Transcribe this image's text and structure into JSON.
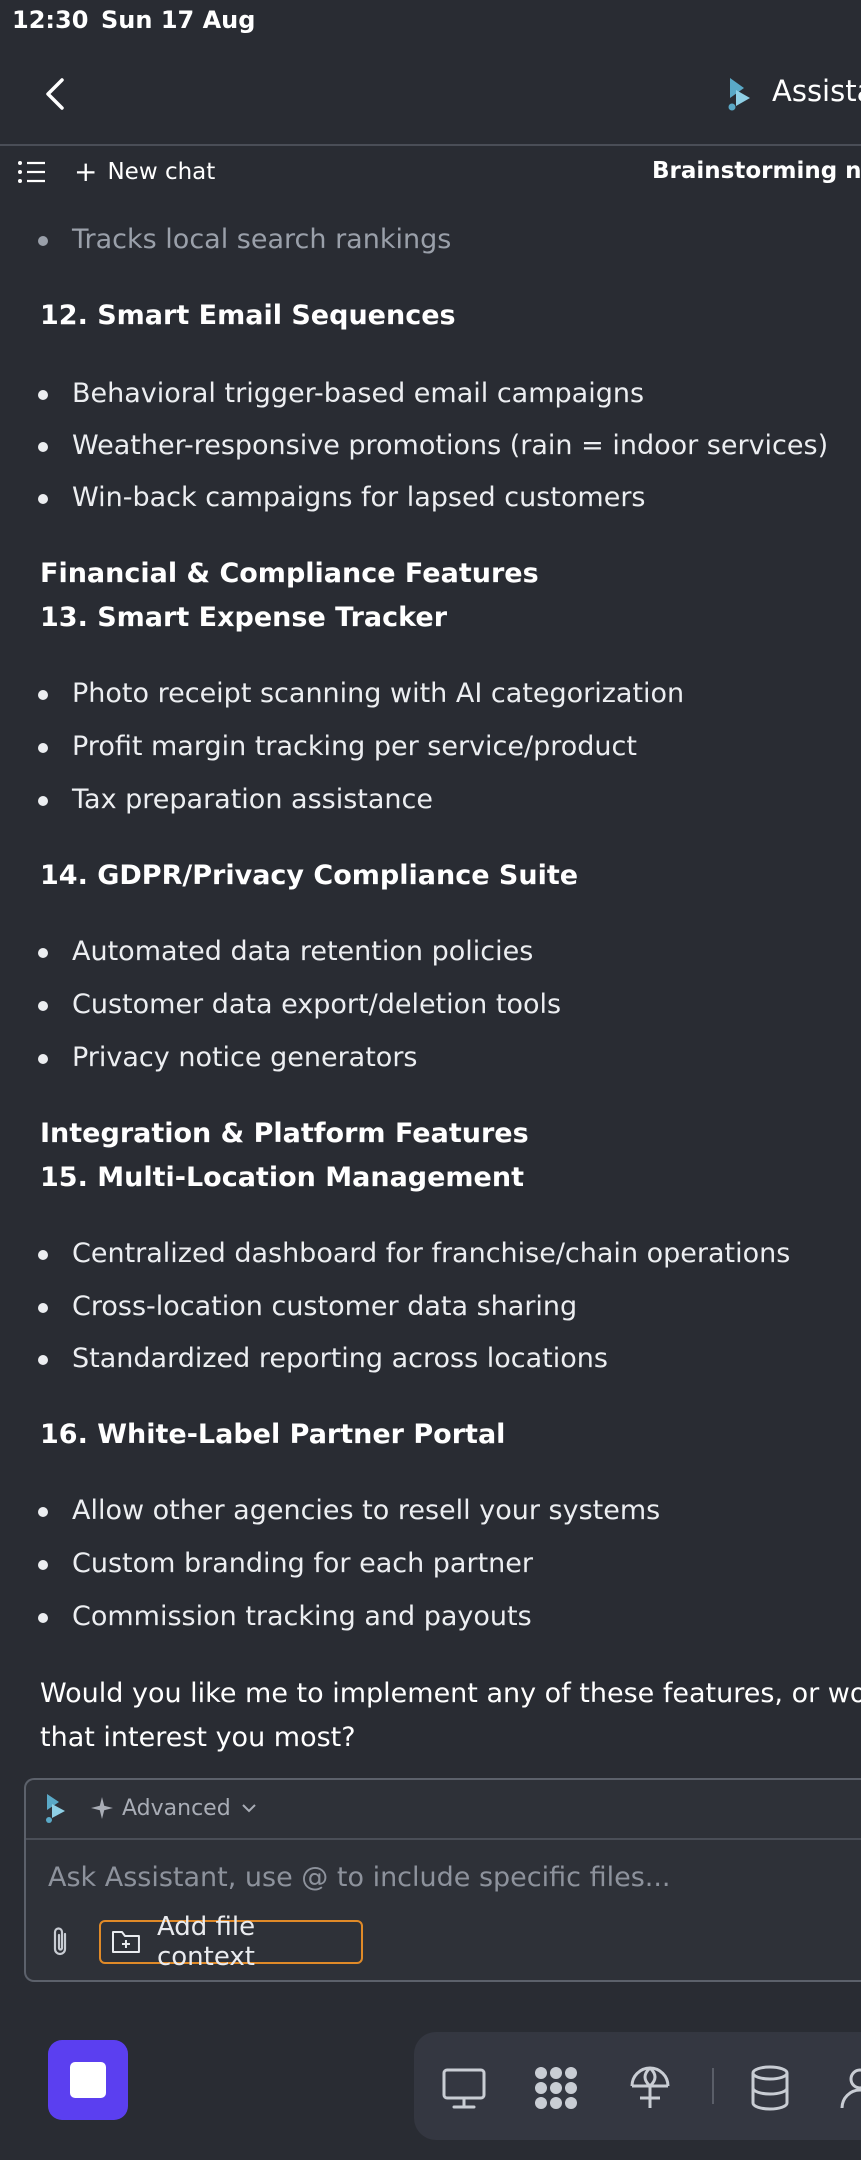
{
  "status": {
    "time": "12:30",
    "date": "Sun 17 Aug"
  },
  "header": {
    "title": "Assista"
  },
  "toolbar": {
    "new_chat": "New chat",
    "chat_title": "Brainstorming new"
  },
  "content": {
    "lines": [
      {
        "kind": "item",
        "faded": true,
        "text": "Tracks local search rankings"
      },
      {
        "kind": "heading",
        "text": "12. Smart Email Sequences"
      },
      {
        "kind": "item",
        "text": "Behavioral trigger-based email campaigns"
      },
      {
        "kind": "item",
        "text": "Weather-responsive promotions (rain = indoor services)"
      },
      {
        "kind": "item",
        "text": "Win-back campaigns for lapsed customers"
      },
      {
        "kind": "heading",
        "text": "Financial & Compliance Features"
      },
      {
        "kind": "heading",
        "text": "13. Smart Expense Tracker"
      },
      {
        "kind": "item",
        "text": "Photo receipt scanning with AI categorization"
      },
      {
        "kind": "item",
        "text": "Profit margin tracking per service/product"
      },
      {
        "kind": "item",
        "text": "Tax preparation assistance"
      },
      {
        "kind": "heading",
        "text": "14. GDPR/Privacy Compliance Suite"
      },
      {
        "kind": "item",
        "text": "Automated data retention policies"
      },
      {
        "kind": "item",
        "text": "Customer data export/deletion tools"
      },
      {
        "kind": "item",
        "text": "Privacy notice generators"
      },
      {
        "kind": "heading",
        "text": "Integration & Platform Features"
      },
      {
        "kind": "heading",
        "text": "15. Multi-Location Management"
      },
      {
        "kind": "item",
        "text": "Centralized dashboard for franchise/chain operations"
      },
      {
        "kind": "item",
        "text": "Cross-location customer data sharing"
      },
      {
        "kind": "item",
        "text": "Standardized reporting across locations"
      },
      {
        "kind": "heading",
        "text": "16. White-Label Partner Portal"
      },
      {
        "kind": "item",
        "text": "Allow other agencies to resell your systems"
      },
      {
        "kind": "item",
        "text": "Custom branding for each partner"
      },
      {
        "kind": "item",
        "text": "Commission tracking and payouts"
      },
      {
        "kind": "para",
        "text": "Would you like me to implement any of these features, or would yo"
      },
      {
        "kind": "para",
        "text": "that interest you most?"
      }
    ]
  },
  "composer": {
    "mode": "Advanced",
    "placeholder": "Ask Assistant, use @ to include specific files...",
    "file_context": "Add file context"
  },
  "colors": {
    "background": "#292c33",
    "accent_purple": "#5b3ff0",
    "accent_orange": "#e08a28",
    "logo_teal": "#5aa9c7"
  },
  "icons": {
    "back": "chevron-left-icon",
    "logo": "assistant-logo-icon",
    "chat_list": "list-icon",
    "new_chat": "plus-icon",
    "mode": "sparkle-icon",
    "attach": "paperclip-icon",
    "file_context": "folder-plus-icon",
    "stop": "stop-icon",
    "dock": [
      "monitor-icon",
      "grid-icon",
      "network-icon",
      "database-icon",
      "user-icon"
    ]
  }
}
